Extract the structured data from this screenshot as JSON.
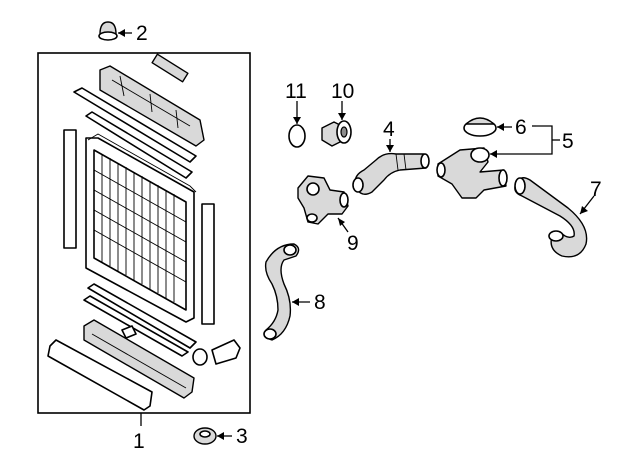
{
  "callouts": {
    "c1": "1",
    "c2": "2",
    "c3": "3",
    "c4": "4",
    "c5": "5",
    "c6": "6",
    "c7": "7",
    "c8": "8",
    "c9": "9",
    "c10": "10",
    "c11": "11"
  },
  "colors": {
    "line": "#000000",
    "fill": "#ffffff",
    "shade": "#d9d9d9"
  }
}
